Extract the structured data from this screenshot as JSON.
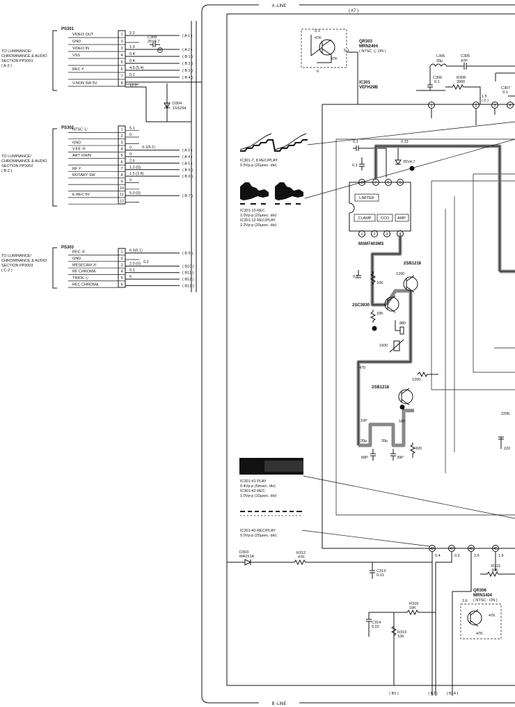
{
  "lines": {
    "a_line": "A -LINE",
    "b_line": "B -LINE",
    "a7": "( A7 )"
  },
  "bottom_refs": [
    "( B1 )",
    "( B2 )",
    "( B14 )"
  ],
  "connectors": [
    {
      "id": "PS301",
      "section": [
        "TO LUMINANCE/",
        "CHROMINANCE & AUDIO",
        "SECTION PP3001",
        "( A-2 )"
      ],
      "pins": [
        {
          "num": "1",
          "name": "VIDEO  OUT",
          "val": "2.2",
          "ref": "( A 1 )"
        },
        {
          "num": "2",
          "name": "GND",
          "val": "",
          "ref": ""
        },
        {
          "num": "3",
          "name": "VIDEO  IN",
          "val": "1.9",
          "ref": "( A 2 )"
        },
        {
          "num": "4",
          "name": "VSS",
          "val": "0.4",
          "ref": "( B 1 )"
        },
        {
          "num": "5",
          "name": "",
          "val": "0.4",
          "ref": "( B 2 )"
        },
        {
          "num": "6",
          "name": "REC  Y",
          "val": "4.5  (5.4)",
          "ref": "( B 3 )"
        },
        {
          "num": "7",
          "name": "",
          "val": "5.1",
          "ref": "( B 4 )"
        },
        {
          "num": "8",
          "name": "V.NON  SW  5V",
          "val": "",
          "ref": ""
        }
      ],
      "extra_val": "12.0"
    },
    {
      "id": "PS302",
      "section": [
        "TO LUMINANCE/",
        "CHROMINANCE & AUDIO",
        "SECTION PP3002",
        "( B-2 )"
      ],
      "pins": [
        {
          "num": "1",
          "name": "NTSC  Ⓛ",
          "val": "5.1",
          "ref": ""
        },
        {
          "num": "2",
          "name": "",
          "val": "0",
          "ref": ""
        },
        {
          "num": "3",
          "name": "GND",
          "val": "",
          "ref": ""
        },
        {
          "num": "4",
          "name": "V.EE  Ⓗ",
          "val": "0",
          "ref": "( A 3 )"
        },
        {
          "num": "5",
          "name": "ART   V/H/N",
          "val": "0",
          "ref": "( A 4 )"
        },
        {
          "num": "6",
          "name": "",
          "val": "2.6",
          "ref": "( A 5 )"
        },
        {
          "num": "7",
          "name": "RF  Y",
          "val": "1.2 (0)",
          "ref": "( B 5 )"
        },
        {
          "num": "8",
          "name": "ROTARY  SW",
          "val": "1.5 (1.8)",
          "ref": "( B 6 )"
        },
        {
          "num": "9",
          "name": "",
          "val": "0",
          "ref": ""
        },
        {
          "num": "10",
          "name": "",
          "val": "",
          "ref": ""
        },
        {
          "num": "11",
          "name": "E.REC  5V",
          "val": "5.0 (0)",
          "ref": "( B 7 )"
        },
        {
          "num": "12",
          "name": "",
          "val": "",
          "ref": ""
        }
      ],
      "extra_val": "0.1(5.1)"
    },
    {
      "id": "PS303",
      "section": [
        "TO LUMINANCE/",
        "CHROMINANCE & AUDIO",
        "SECTION PP3003",
        "( C-2 )"
      ],
      "pins": [
        {
          "num": "1",
          "name": "REC  Ⓗ",
          "val": "6.3(5.1)",
          "ref": "( B 9 )"
        },
        {
          "num": "2",
          "name": "GND",
          "val": "",
          "ref": ""
        },
        {
          "num": "3",
          "name": "MESECAM  Ⓗ",
          "val": "2.0 (0)",
          "ref": "( B10 )"
        },
        {
          "num": "4",
          "name": "RF  CHROMA",
          "val": "5.1",
          "ref": "( B11 )"
        },
        {
          "num": "5",
          "name": "TRICK  Ⓛ",
          "val": "6",
          "ref": "( B12 )"
        },
        {
          "num": "6",
          "name": "REC  CHROMA",
          "val": "",
          "ref": "( B13 )"
        }
      ],
      "extra_val": "0.2"
    }
  ],
  "parts": {
    "c308": [
      "C308",
      "25V4.7"
    ],
    "d304": [
      "D304",
      "1SS254"
    ],
    "n_mark": "Ⓝ",
    "qr303": {
      "name": "QR303",
      "part": "MRN2404",
      "note": "( NTSC Ⓛ ON )",
      "r1": "47K",
      "r2": "47K",
      "v1": "5.1",
      "v2": "5.1",
      "v3": "0"
    },
    "ic301": {
      "name": "IC301",
      "part": "VEFH29B"
    },
    "l306": [
      "L306",
      "39μ"
    ],
    "c305": [
      "C305",
      "47P"
    ],
    "c306": [
      "C306",
      "0.1"
    ],
    "r308": [
      "R308",
      "3900"
    ],
    "c307": [
      "C307",
      "0.1"
    ],
    "ic_pin_v1": "1.5",
    "ic_pin_v2": "( 0 )",
    "msm": "MSM7403MS",
    "msm_blocks": [
      "LIMITER",
      "CLAMP",
      "CCO",
      "AMP"
    ],
    "msm_pins": [
      "8",
      "7",
      "6",
      "5",
      "1",
      "2",
      "3",
      "4"
    ],
    "c_01a": "0.1",
    "c_01b": "0.1",
    "r033": "0.33",
    "c35v": "35V4.7",
    "q1": "2SB1218",
    "q2": "2SC3930",
    "q3": "2SB1218",
    "c_03": "0.1",
    "r10k": "10K",
    "r1200a": "1200",
    "r33k": "33K",
    "r880": "880",
    "vr1500": "1500",
    "r470": "470",
    "r1200b": "1200",
    "c10p": "10P",
    "r180": "180",
    "l39a": "39μ",
    "l39b": "39μ",
    "r820": "820",
    "c68p": "68P",
    "c39p": "39P",
    "r220k": "220K",
    "c220": "220",
    "d303": [
      "D303",
      "MA151A"
    ],
    "r312": [
      "R312",
      "47K"
    ],
    "c313": [
      "C313",
      "0.01"
    ],
    "r315": [
      "R315",
      "39K"
    ],
    "qr306": {
      "name": "QR306",
      "part": "MRN1404",
      "note": "( NTSC : ON )",
      "v": "2.6",
      "r1": "47K",
      "r2": "47K"
    },
    "r318": [
      "R318",
      "10K"
    ],
    "c314": [
      "C314",
      "0.01"
    ],
    "r319": [
      "R319",
      "10K"
    ],
    "pin_labels": [
      {
        "num": "1",
        "v": ""
      },
      {
        "num": "2",
        "v": ""
      },
      {
        "num": "3",
        "v": ""
      },
      {
        "num": "4",
        "v": ""
      },
      {
        "num": "48",
        "v": "0.4"
      },
      {
        "num": "47",
        "v": "0.2"
      },
      {
        "num": "46",
        "v": "2.6"
      },
      {
        "num": "45",
        "v": "1.6"
      }
    ]
  },
  "waveforms": [
    {
      "lines": [
        "IC301-7, 8  REC/PLAY",
        "0.5Vp-p (20μsec. div)"
      ]
    },
    {
      "lines": [
        "IC301-10  REC",
        "1.0Vp-p (20μsec. div)",
        "IC301-12  REC/PLAY",
        "2.2Vp-p (20μsec. div)"
      ]
    },
    {
      "lines": [
        "IC301-41  PLAY",
        "0.4Vp-p (5msec. div)",
        "IC301-42  REC",
        "1.0Vp-p (10μsec. div)"
      ]
    },
    {
      "lines": [
        "IC301-40  REC/PLAY",
        "5.0Vp-p (20μsec. div)"
      ]
    }
  ]
}
